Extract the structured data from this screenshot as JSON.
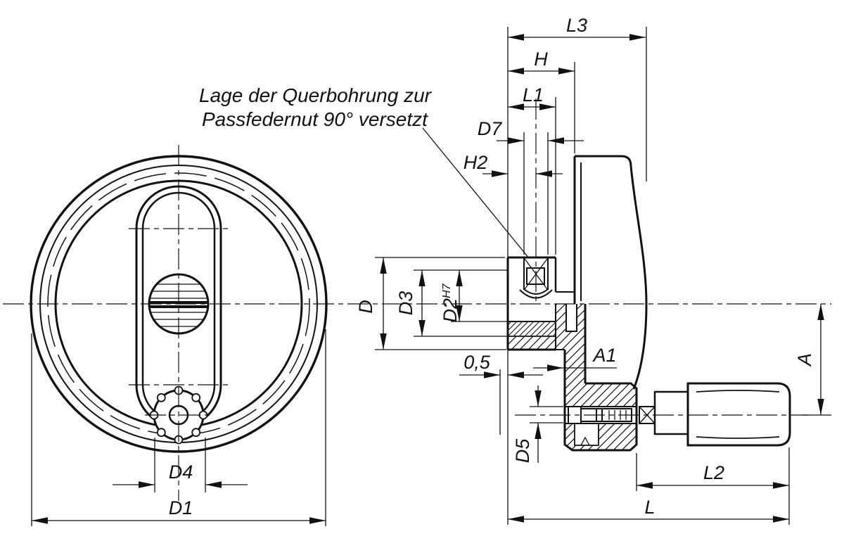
{
  "meta": {
    "type": "technical-drawing",
    "background": "#ffffff",
    "line_color": "#111111"
  },
  "annotation": {
    "line1": "Lage der Querbohrung zur",
    "line2": "Passfedernut 90° versetzt"
  },
  "dims": {
    "l3": "L3",
    "h": "H",
    "l1": "L1",
    "d7": "D7",
    "h2": "H2",
    "d": "D",
    "d3": "D3",
    "d2": "D2",
    "d2_tol": "H7",
    "a1": "A1",
    "gap": "0,5",
    "d5": "D5",
    "a": "A",
    "l2": "L2",
    "l": "L",
    "d4": "D4",
    "d1": "D1"
  }
}
